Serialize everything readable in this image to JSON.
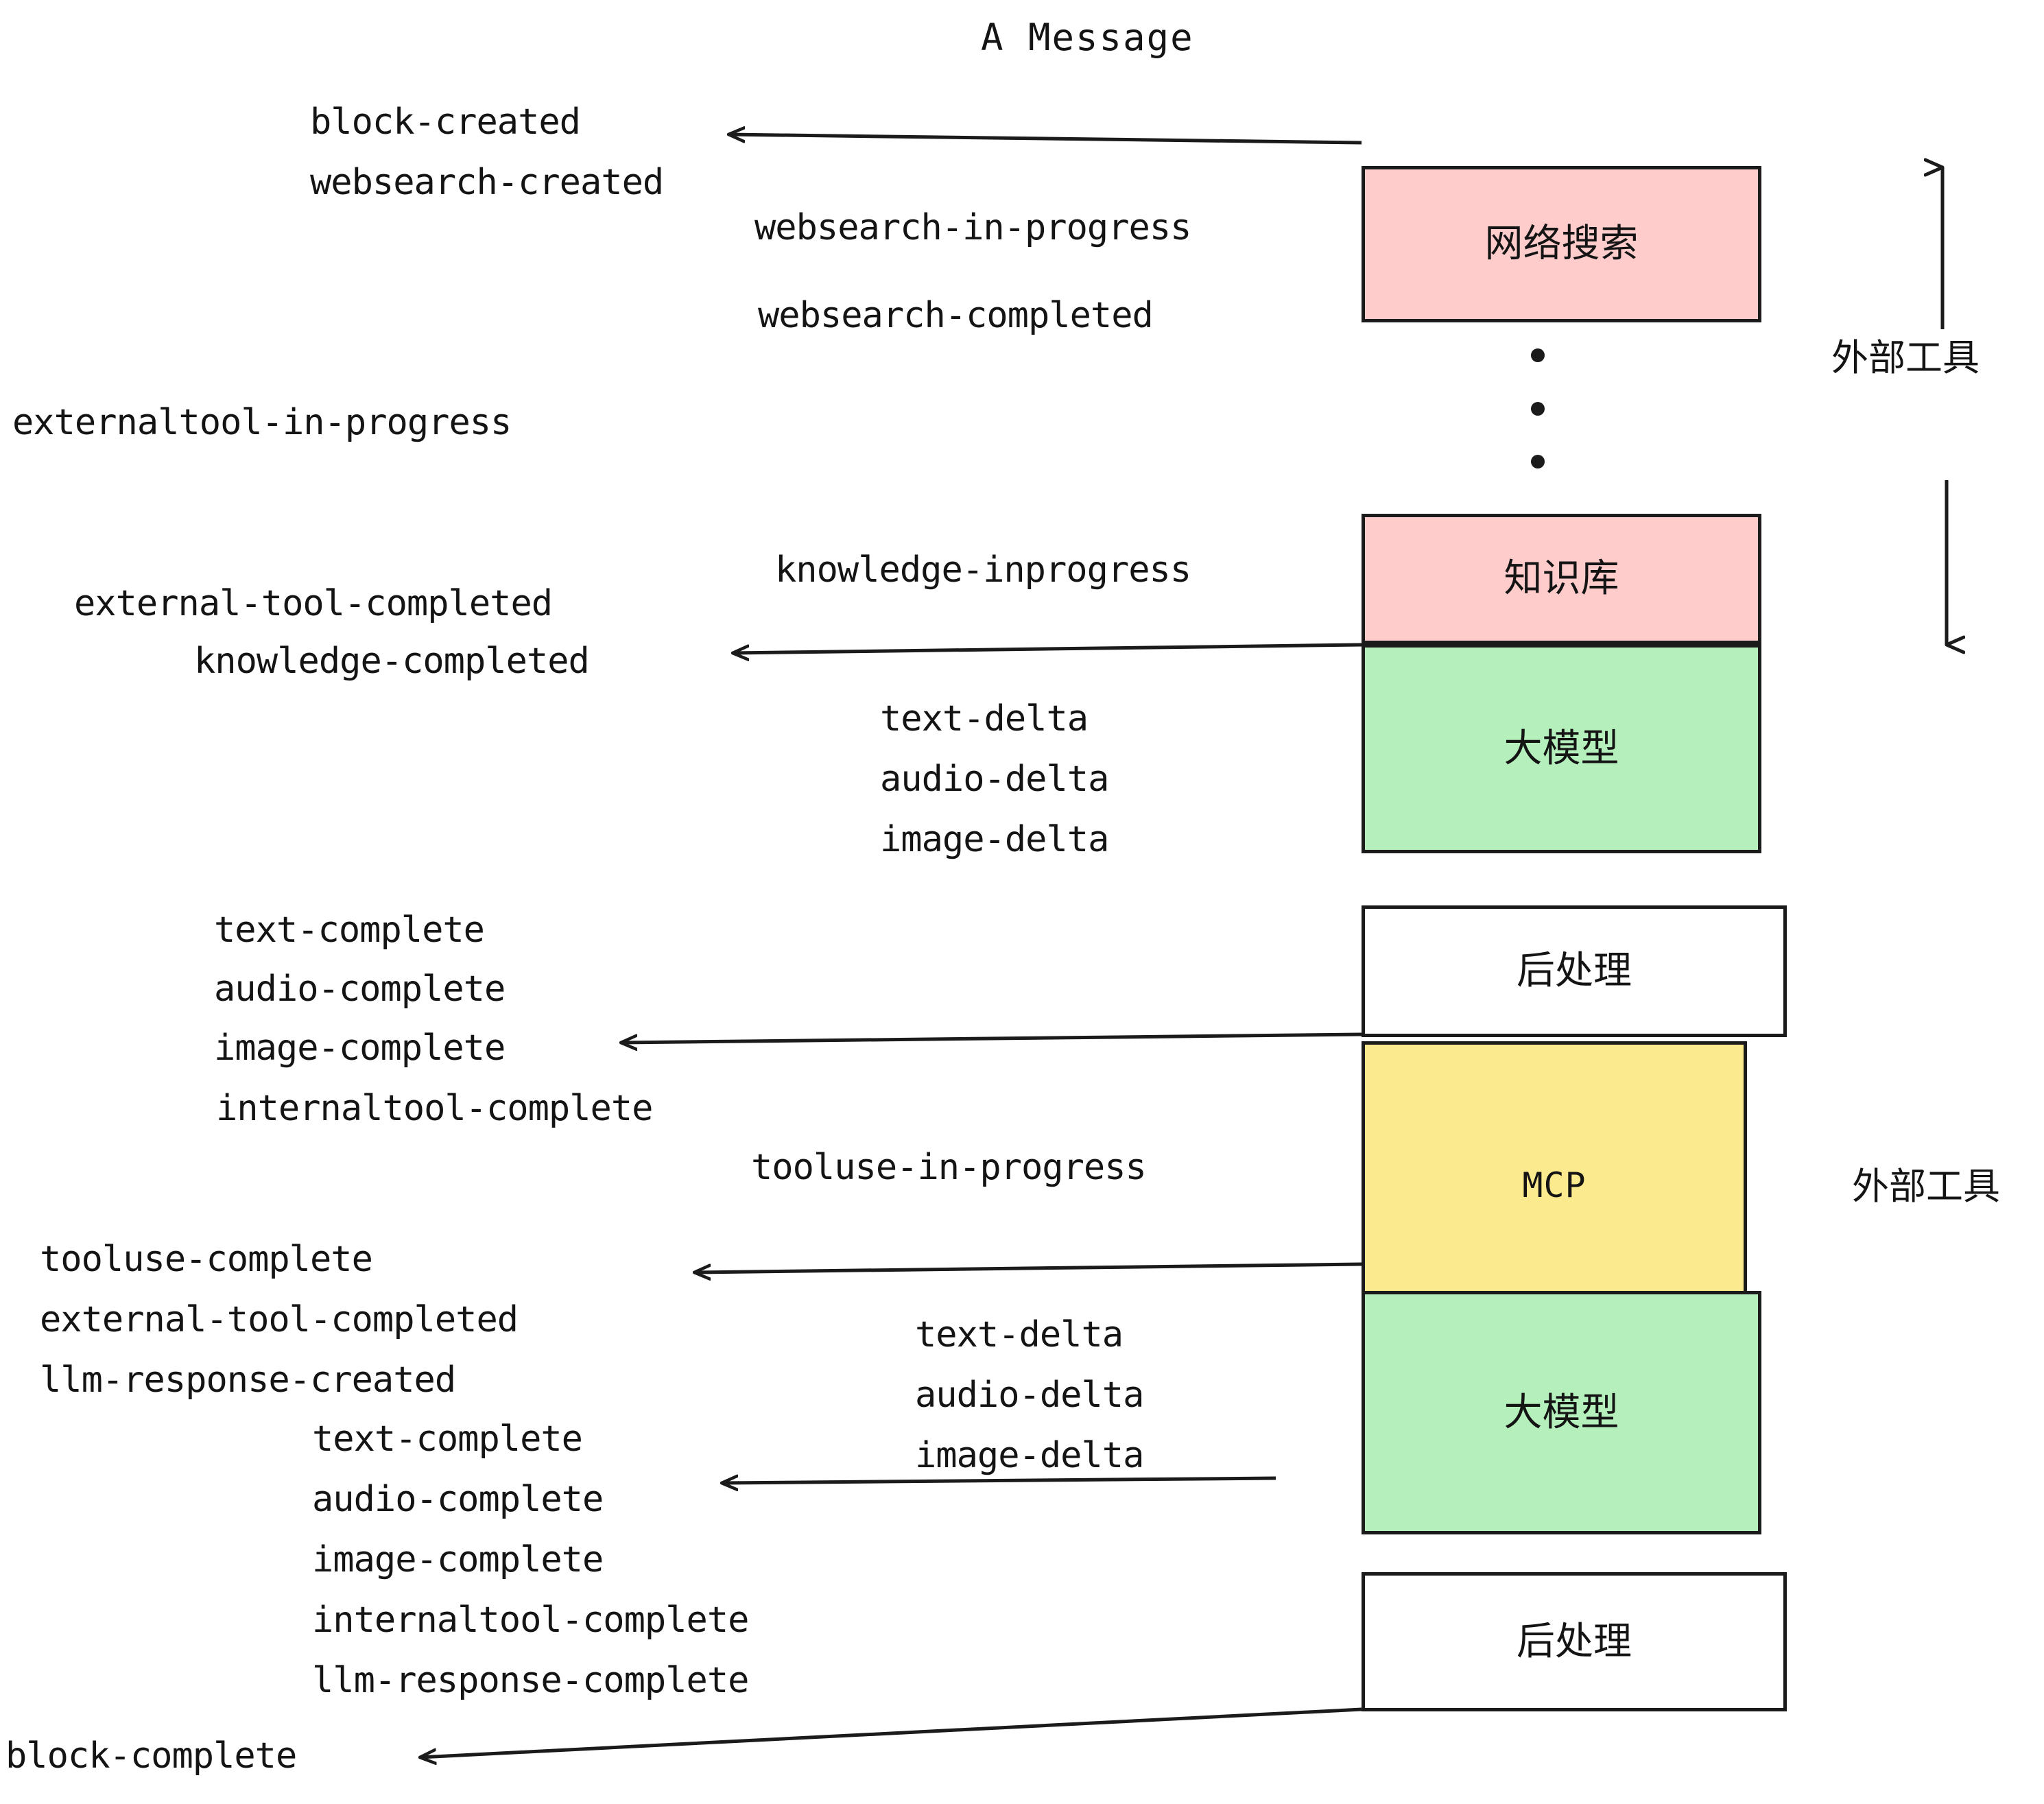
{
  "diagram": {
    "title": "A Message",
    "colors": {
      "pink": "#FFCCCC",
      "green": "#B5F0BC",
      "yellow": "#FCEB8E",
      "white": "#FFFFFF",
      "stroke": "#1b1b1b",
      "text": "#141414"
    },
    "boxes": [
      {
        "id": "websearch",
        "label": "网络搜索",
        "fill": "#FFCCCC"
      },
      {
        "id": "knowledgebase",
        "label": "知识库",
        "fill": "#FFCCCC"
      },
      {
        "id": "llm-top",
        "label": "大模型",
        "fill": "#B5F0BC"
      },
      {
        "id": "postprocess-top",
        "label": "后处理",
        "fill": "#FFFFFF"
      },
      {
        "id": "mcp",
        "label": "MCP",
        "fill": "#FCEB8E"
      },
      {
        "id": "llm-bottom",
        "label": "大模型",
        "fill": "#B5F0BC"
      },
      {
        "id": "postprocess-bottom",
        "label": "后处理",
        "fill": "#FFFFFF"
      }
    ],
    "side_labels": [
      {
        "id": "external-tool-top",
        "label": "外部工具"
      },
      {
        "id": "external-tool-bottom",
        "label": "外部工具"
      }
    ],
    "events": [
      {
        "id": "block-created",
        "text": "block-created"
      },
      {
        "id": "websearch-created",
        "text": "websearch-created"
      },
      {
        "id": "websearch-in-progress",
        "text": "websearch-in-progress"
      },
      {
        "id": "websearch-completed",
        "text": "websearch-completed"
      },
      {
        "id": "externaltool-in-progress",
        "text": "externaltool-in-progress"
      },
      {
        "id": "knowledge-inprogress",
        "text": "knowledge-inprogress"
      },
      {
        "id": "external-tool-completed-1",
        "text": "external-tool-completed"
      },
      {
        "id": "knowledge-completed",
        "text": "knowledge-completed"
      },
      {
        "id": "text-delta-1",
        "text": "text-delta"
      },
      {
        "id": "audio-delta-1",
        "text": "audio-delta"
      },
      {
        "id": "image-delta-1",
        "text": "image-delta"
      },
      {
        "id": "text-complete-1",
        "text": "text-complete"
      },
      {
        "id": "audio-complete-1",
        "text": "audio-complete"
      },
      {
        "id": "image-complete-1",
        "text": "image-complete"
      },
      {
        "id": "internaltool-complete-1",
        "text": "internaltool-complete"
      },
      {
        "id": "tooluse-in-progress",
        "text": "tooluse-in-progress"
      },
      {
        "id": "tooluse-complete",
        "text": "tooluse-complete"
      },
      {
        "id": "external-tool-completed-2",
        "text": "external-tool-completed"
      },
      {
        "id": "llm-response-created",
        "text": "llm-response-created"
      },
      {
        "id": "text-delta-2",
        "text": "text-delta"
      },
      {
        "id": "audio-delta-2",
        "text": "audio-delta"
      },
      {
        "id": "image-delta-2",
        "text": "image-delta"
      },
      {
        "id": "text-complete-2",
        "text": "text-complete"
      },
      {
        "id": "audio-complete-2",
        "text": "audio-complete"
      },
      {
        "id": "image-complete-2",
        "text": "image-complete"
      },
      {
        "id": "internaltool-complete-2",
        "text": "internaltool-complete"
      },
      {
        "id": "llm-response-complete",
        "text": "llm-response-complete"
      },
      {
        "id": "block-complete",
        "text": "block-complete"
      }
    ]
  }
}
